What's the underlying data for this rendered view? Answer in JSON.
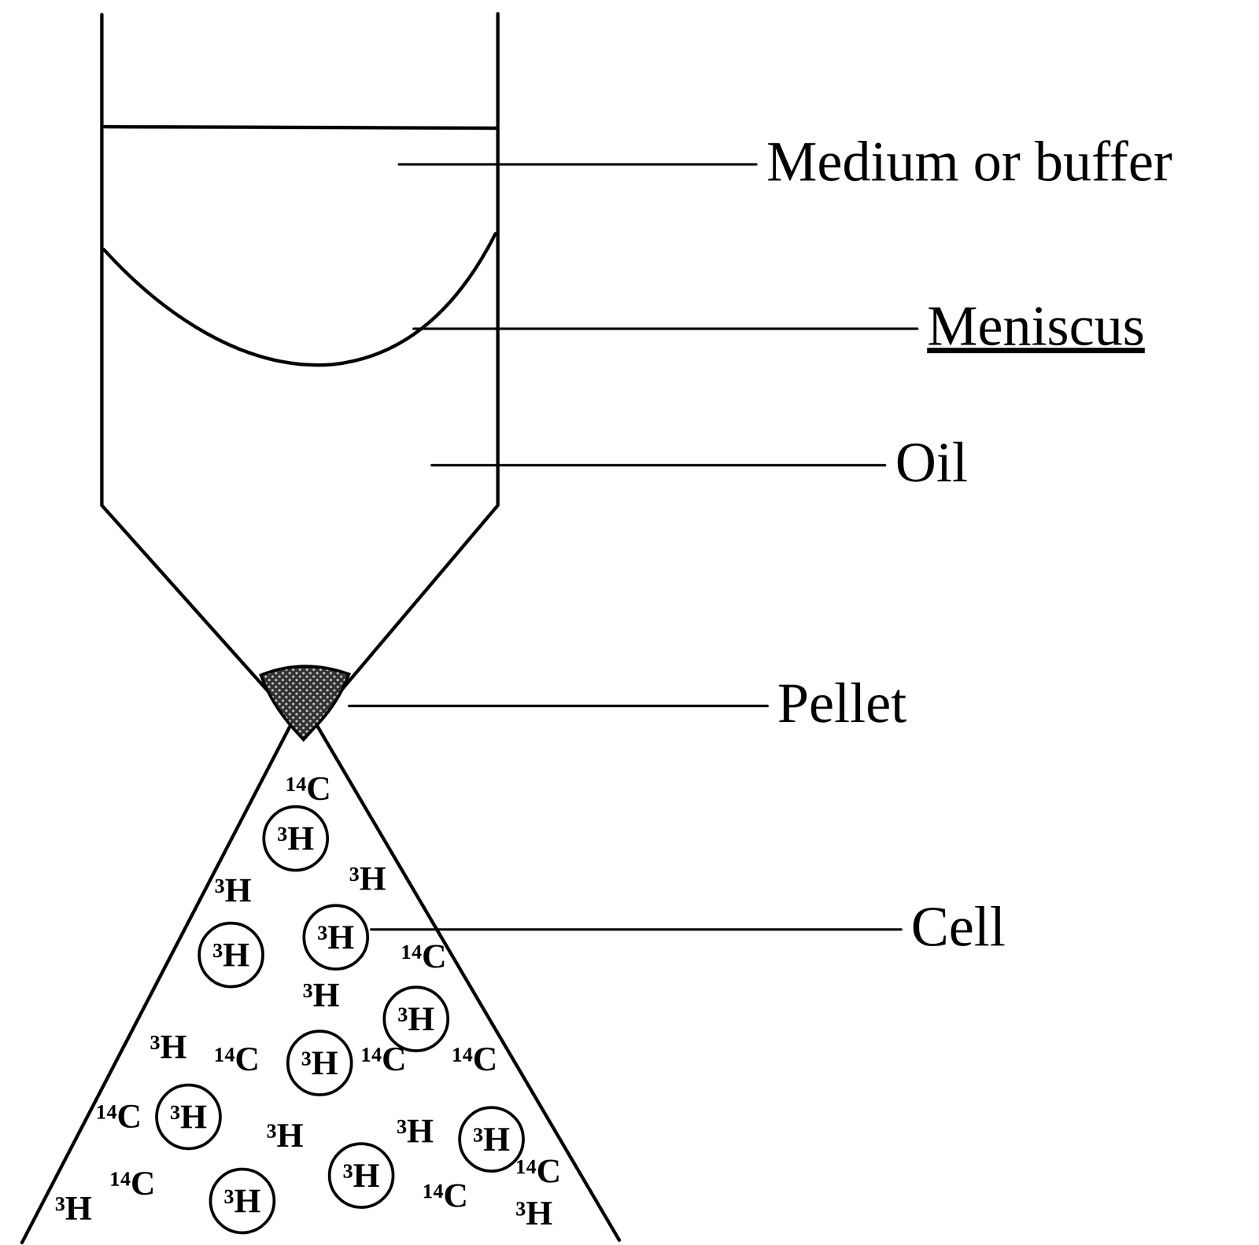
{
  "diagram": {
    "nodes": [
      {
        "text": [
          "³H"
        ]
      },
      {
        "text": [
          "³H"
        ]
      },
      {
        "text": [
          "³H"
        ]
      },
      {
        "text": [
          "³H"
        ]
      },
      {
        "text": [
          "³H"
        ]
      },
      {
        "text": [
          "³H"
        ]
      },
      {
        "text": [
          "³H"
        ]
      },
      {
        "text": [
          "³H"
        ]
      },
      {
        "text": [
          "³H"
        ]
      }
    ],
    "labels": [
      "Medium or buffer",
      "Meniscus",
      "Oil",
      "Pellet",
      "Cell",
      "¹⁴C",
      "³H",
      "³H",
      "¹⁴C",
      "³H",
      "³H",
      "¹⁴C",
      "¹⁴C",
      "¹⁴C",
      "¹⁴C",
      "³H",
      "³H",
      "¹⁴C",
      "¹⁴C",
      "¹⁴C",
      "³H",
      "³H"
    ]
  }
}
